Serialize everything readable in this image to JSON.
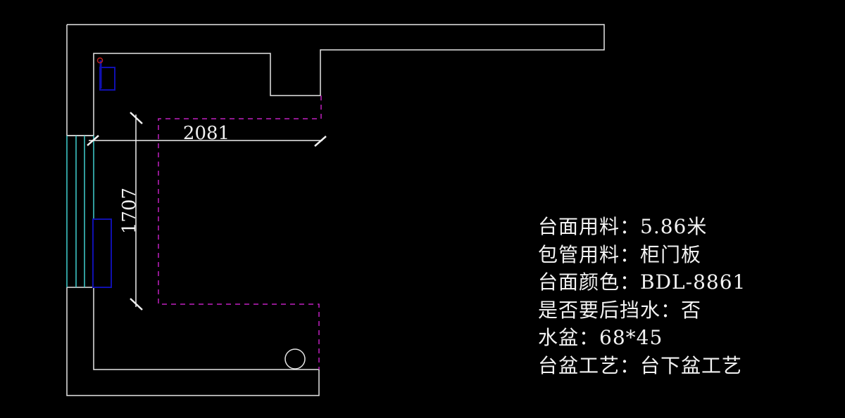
{
  "drawing": {
    "background": "#000000",
    "colors": {
      "outline": "#e6e6e6",
      "countertop_edge": "#c020c0",
      "window": "#40d0d0",
      "fixture": "#1010b0",
      "marker": "#c02020",
      "dimension": "#f0f0f0",
      "text": "#f2f2f2"
    },
    "dimensions": {
      "horizontal": "2081",
      "vertical": "1707"
    },
    "elements": {
      "sink": "sink-circle",
      "window": "window-panel",
      "appliance_top": "wall-fixture-top",
      "appliance_side": "wall-fixture-side",
      "marker": "red-marker"
    }
  },
  "notes": [
    {
      "label": "台面用料",
      "sep": "：",
      "value": "5.86米"
    },
    {
      "label": "包管用料",
      "sep": "：",
      "value": "柜门板"
    },
    {
      "label": "台面颜色",
      "sep": "：",
      "value": "BDL-8861"
    },
    {
      "label": "是否要后挡水",
      "sep": "：",
      "value": "否"
    },
    {
      "label": "水盆",
      "sep": "：",
      "value": "68*45"
    },
    {
      "label": "台盆工艺",
      "sep": "：",
      "value": "台下盆工艺"
    }
  ]
}
